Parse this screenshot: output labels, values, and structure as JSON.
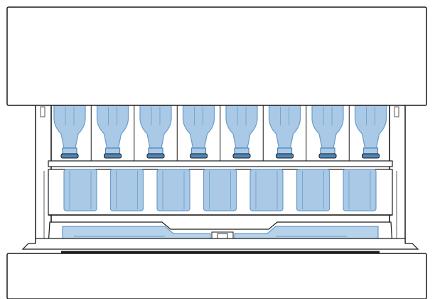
{
  "colors": {
    "outline": "#1a1a1a",
    "fill_white": "#ffffff",
    "bottle_fill": "#a9c9e6",
    "bottle_edge": "#6a9cc9",
    "bottle_dark": "#4f86b8",
    "base_fill": "#b7d3ec",
    "frame_line": "#5c5c5c"
  },
  "diagram": {
    "bottle_count": 8,
    "tray_block_count": 7,
    "icons": [
      "upper-panel",
      "bottle",
      "tray-block",
      "tray-base",
      "lower-panel"
    ]
  }
}
